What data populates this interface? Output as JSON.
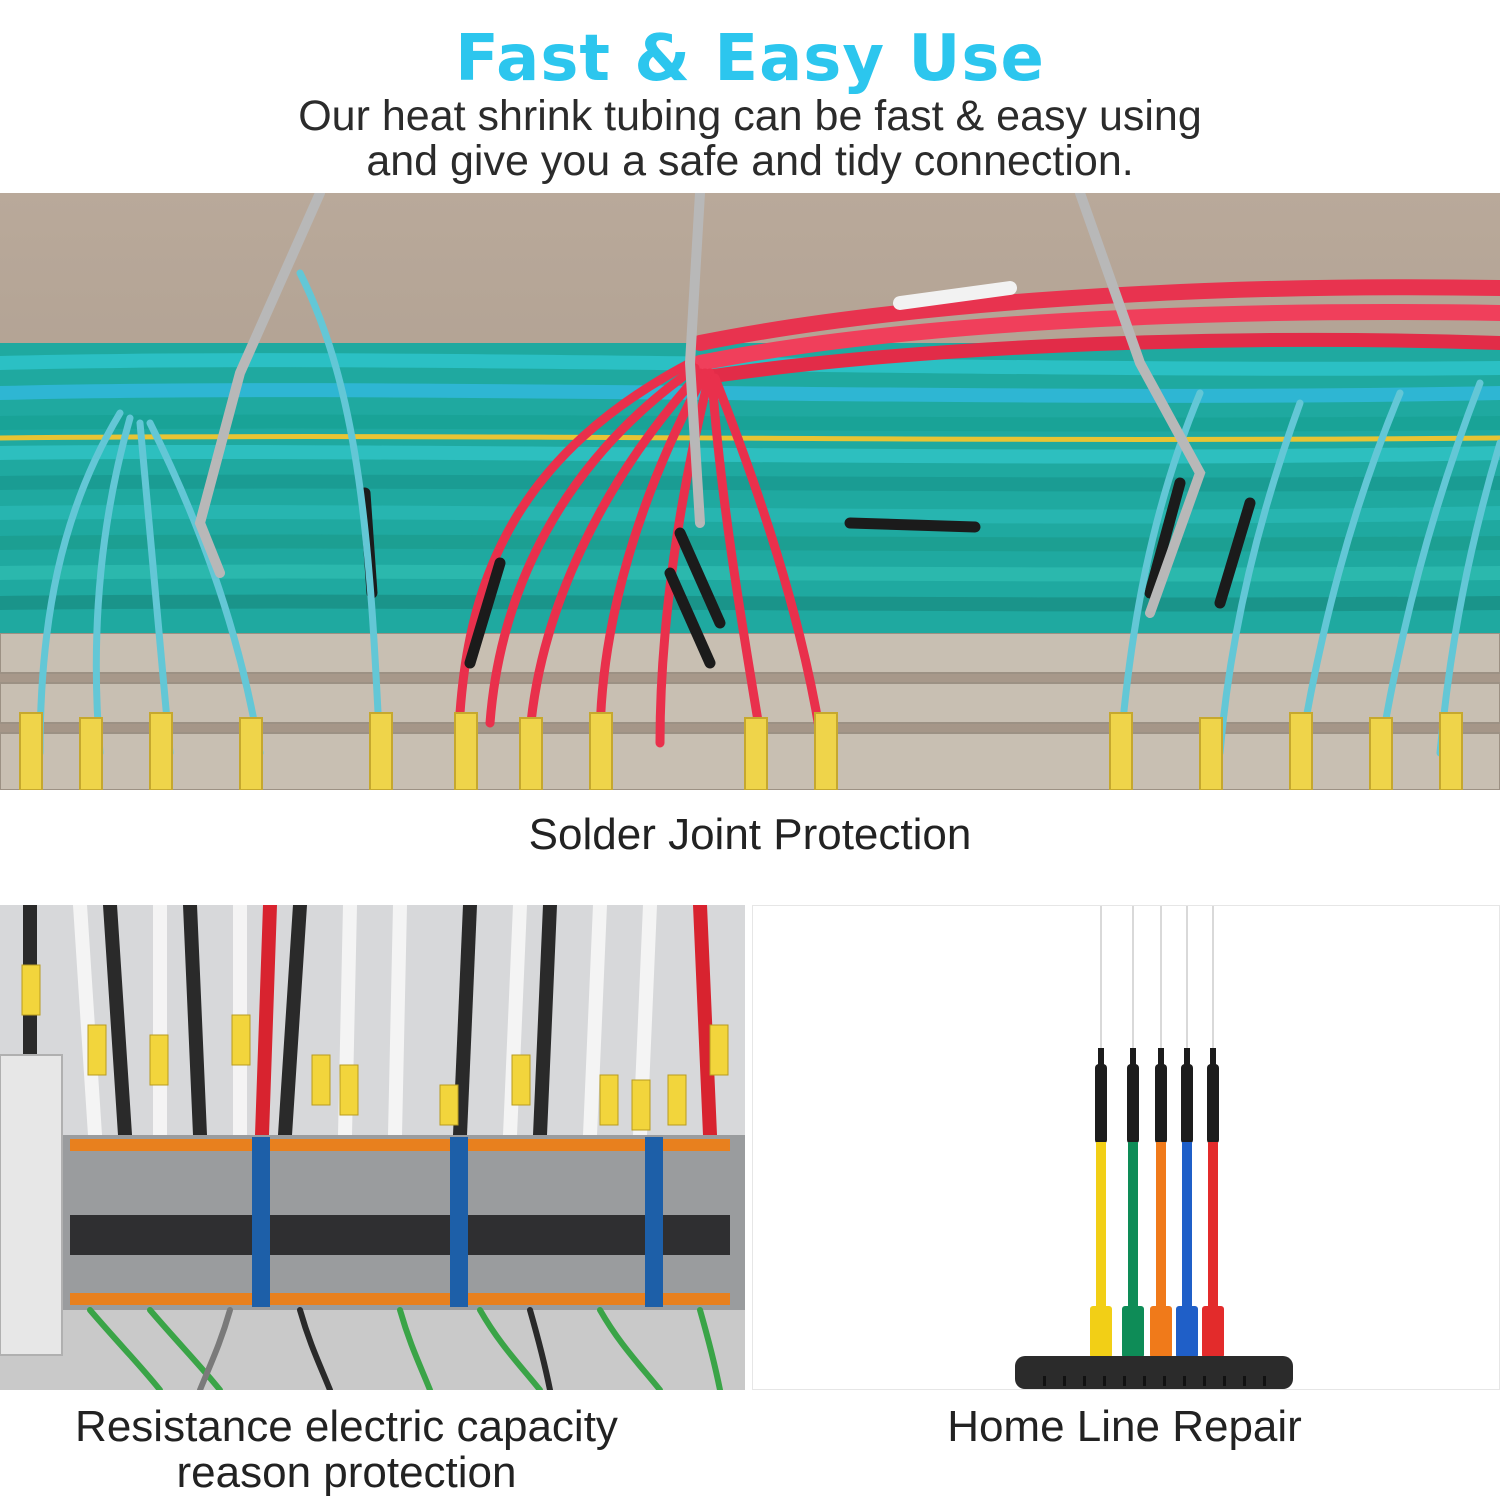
{
  "header": {
    "title": "Fast & Easy Use",
    "subtitle_line1": "Our heat shrink tubing can be fast & easy using",
    "subtitle_line2": "and give you a safe and tidy connection."
  },
  "captions": {
    "top": "Solder Joint Protection",
    "bottom_left_line1": "Resistance electric capacity",
    "bottom_left_line2": "reason protection",
    "bottom_right": "Home Line Repair"
  },
  "colors": {
    "accent": "#2cc6ee",
    "text": "#2b2b2b"
  }
}
